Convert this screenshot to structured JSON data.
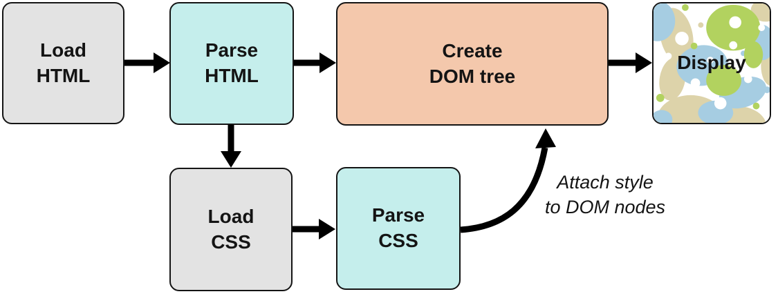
{
  "nodes": {
    "load_html": {
      "label": "Load\nHTML"
    },
    "parse_html": {
      "label": "Parse\nHTML"
    },
    "create_dom": {
      "label": "Create\nDOM tree"
    },
    "display": {
      "label": "Display"
    },
    "load_css": {
      "label": "Load\nCSS"
    },
    "parse_css": {
      "label": "Parse\nCSS"
    }
  },
  "edges": [
    {
      "from": "load_html",
      "to": "parse_html",
      "label": ""
    },
    {
      "from": "parse_html",
      "to": "create_dom",
      "label": ""
    },
    {
      "from": "create_dom",
      "to": "display",
      "label": ""
    },
    {
      "from": "parse_html",
      "to": "load_css",
      "label": ""
    },
    {
      "from": "load_css",
      "to": "parse_css",
      "label": ""
    },
    {
      "from": "parse_css",
      "to": "create_dom",
      "label": "Attach style\nto DOM nodes"
    }
  ],
  "annotation": {
    "label": "Attach style\nto DOM nodes"
  },
  "colors": {
    "node_gray": "#e3e3e3",
    "node_cyan": "#c5eeec",
    "node_salmon": "#f4c8ac",
    "border": "#141414",
    "arrow": "#000000",
    "pattern_tan": "#ddd3aa",
    "pattern_blue": "#a6cde2",
    "pattern_green": "#b2d25f",
    "pattern_white": "#ffffff"
  }
}
